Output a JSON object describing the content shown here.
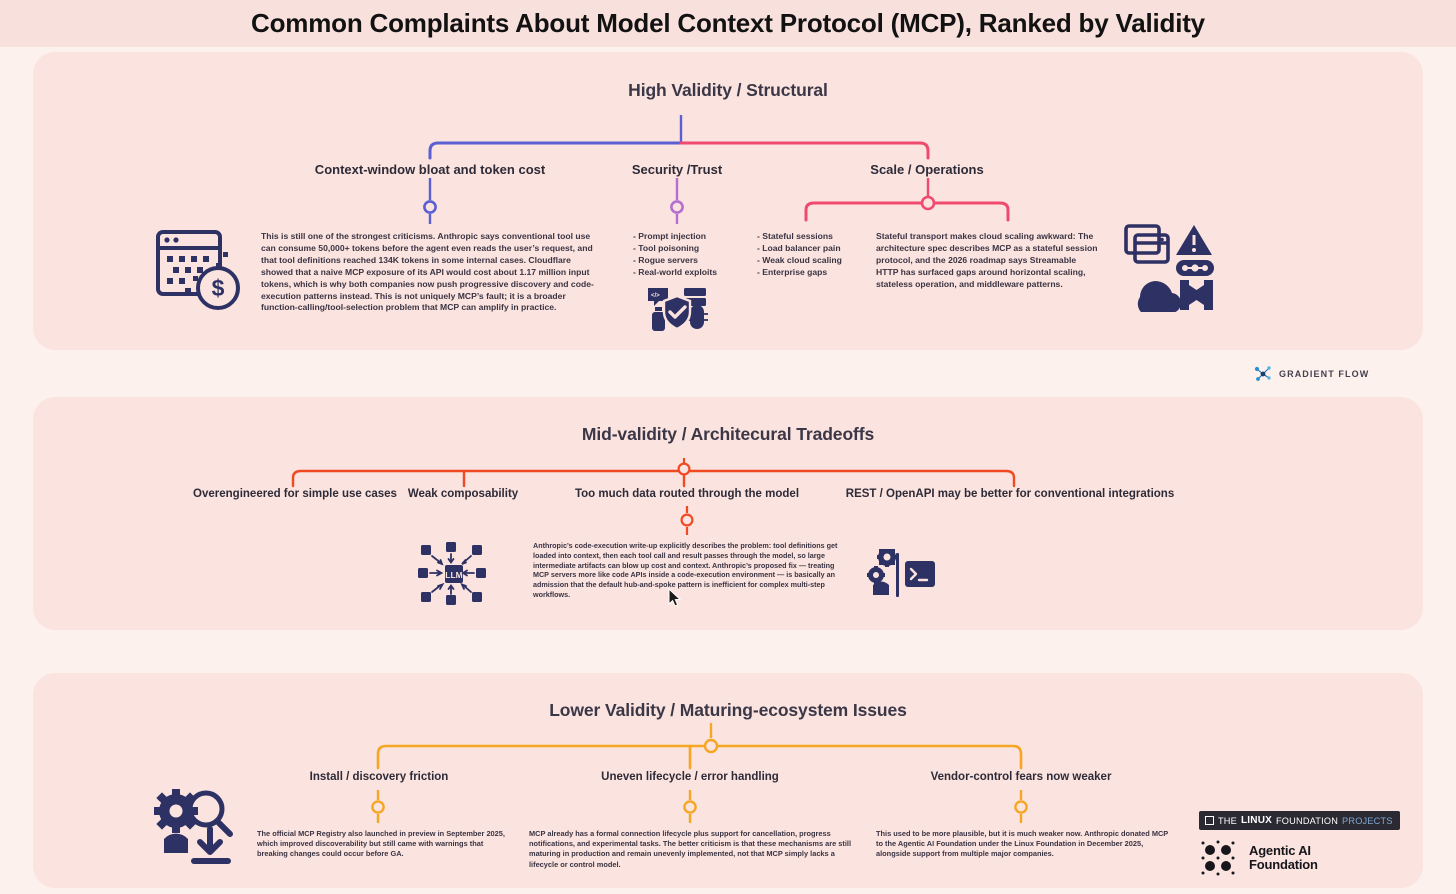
{
  "page": {
    "title": "Common Complaints About Model Context Protocol (MCP), Ranked by Validity",
    "background_color": "#fdf1ee",
    "panel_color": "#fbe3df",
    "title_bar_color": "#f8e0dd"
  },
  "colors": {
    "blue": "#5a5fd4",
    "purple": "#b46fd0",
    "pink": "#f04a6e",
    "red_orange": "#f04a22",
    "orange": "#f5a623",
    "navy_icon": "#2e3163"
  },
  "sections": [
    {
      "id": "high-validity",
      "heading": "High Validity / Structural",
      "branches": [
        {
          "label": "Context-window bloat and token cost",
          "color": "#5a5fd4",
          "body": "This is still one of the strongest criticisms. Anthropic says conventional tool use can consume 50,000+ tokens before the agent even reads the user’s request, and that tool definitions reached 134K tokens in some internal cases. Cloudflare showed that a naive MCP exposure of its API would cost about 1.17 million input tokens, which is why both companies now push progressive discovery and code-execution patterns instead. This is not uniquely MCP’s fault; it is a broader function-calling/tool-selection problem that MCP can amplify in practice."
        },
        {
          "label": "Security /Trust",
          "color": "#b46fd0",
          "bullets": [
            "- Prompt injection",
            "- Tool poisoning",
            "- Rogue servers",
            "- Real-world exploits"
          ]
        },
        {
          "label": "Scale / Operations",
          "color": "#f04a6e",
          "bullets": [
            "- Stateful sessions",
            "- Load balancer pain",
            "- Weak cloud scaling",
            "- Enterprise gaps"
          ],
          "body": "Stateful transport makes cloud scaling awkward: The architecture spec describes MCP as a stateful session protocol, and the 2026 roadmap says Streamable HTTP has surfaced gaps around horizontal scaling, stateless operation, and middleware patterns."
        }
      ],
      "icons": [
        {
          "name": "window-dots-dollar-icon",
          "position": "left"
        },
        {
          "name": "security-shield-bug-icon",
          "position": "center"
        },
        {
          "name": "cloud-scale-ops-icon",
          "position": "right"
        }
      ]
    },
    {
      "id": "mid-validity",
      "heading": "Mid-validity / Architecural Tradeoffs",
      "branches": [
        {
          "label": "Overengineered for simple use cases",
          "color": "#f04a22"
        },
        {
          "label": "Weak composability",
          "color": "#f04a22"
        },
        {
          "label": "Too much data routed through the model",
          "color": "#f04a22",
          "body": "Anthropic’s code-execution write-up explicitly describes the problem: tool definitions get loaded into context, then each tool call and result passes through the model, so large intermediate artifacts can blow up cost and context. Anthropic’s proposed fix — treating MCP servers more like code APIs inside a code-execution environment — is basically an admission that the default hub-and-spoke pattern is inefficient for complex multi-step workflows."
        },
        {
          "label": "REST / OpenAPI may be better for conventional integrations",
          "color": "#f04a22"
        }
      ],
      "icons": [
        {
          "name": "llm-hub-spoke-icon",
          "position": "left"
        },
        {
          "name": "gears-terminal-icon",
          "position": "right"
        }
      ]
    },
    {
      "id": "lower-validity",
      "heading": "Lower Validity / Maturing-ecosystem Issues",
      "branches": [
        {
          "label": "Install / discovery friction",
          "color": "#f5a623",
          "body": "The official MCP Registry also launched in preview in September 2025, which improved discoverability but still came with warnings that breaking changes could occur before GA."
        },
        {
          "label": "Uneven lifecycle / error handling",
          "color": "#f5a623",
          "body": "MCP already has a formal connection lifecycle plus support for cancellation, progress notifications, and experimental tasks. The better criticism is that these mechanisms are still maturing in production and remain unevenly implemented, not that MCP simply lacks a lifecycle or control model."
        },
        {
          "label": "Vendor-control fears now weaker",
          "color": "#f5a623",
          "body": "This used to be more plausible, but it is much weaker now. Anthropic donated MCP to the Agentic AI Foundation under the Linux Foundation in December 2025, alongside support from multiple major companies."
        }
      ],
      "icons": [
        {
          "name": "gear-magnifier-download-icon",
          "position": "left"
        }
      ]
    }
  ],
  "branding": {
    "gradient_flow": {
      "text": "GRADIENT FLOW",
      "icon": "gradient-flow-network-icon"
    },
    "linux_foundation": {
      "the": "THE",
      "linux": "LINUX",
      "foundation": "FOUNDATION",
      "projects": "PROJECTS"
    },
    "agentic_ai": {
      "line1": "Agentic AI",
      "line2": "Foundation",
      "icon": "agentic-dots-icon"
    }
  }
}
